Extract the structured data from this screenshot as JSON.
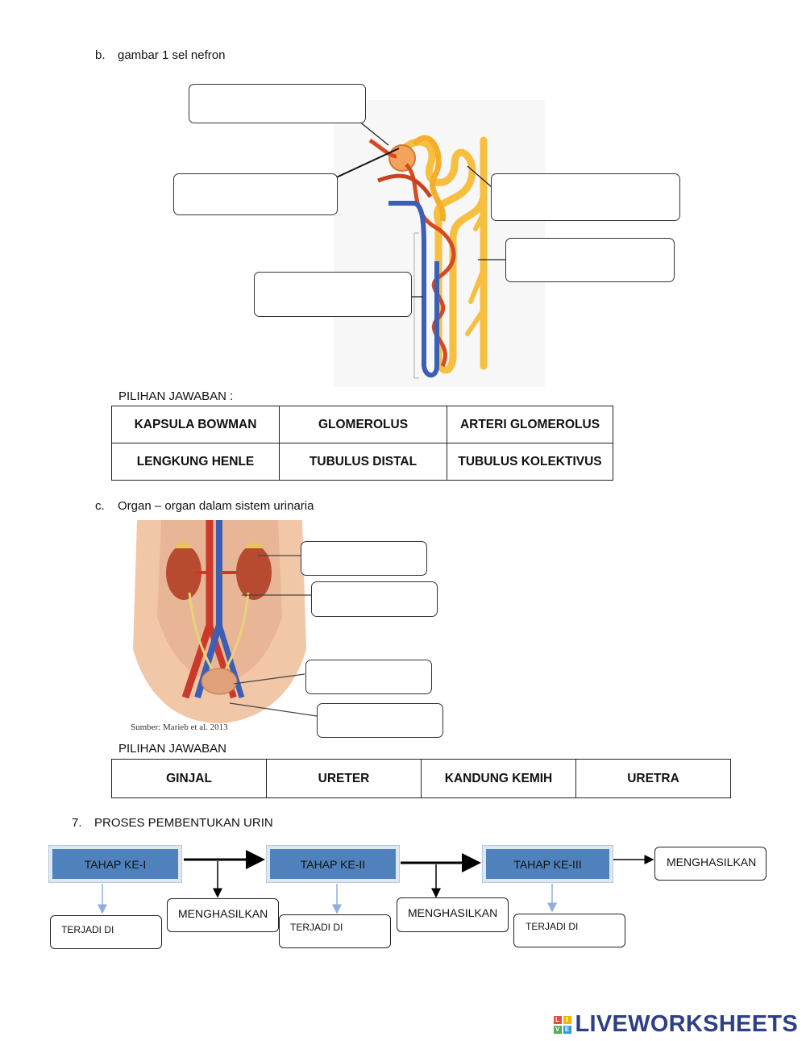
{
  "section_b": {
    "label": "b.",
    "title": "gambar 1 sel nefron",
    "choices_label": "PILIHAN JAWABAN :",
    "choices": [
      [
        "KAPSULA BOWMAN",
        "GLOMEROLUS",
        "ARTERI GLOMEROLUS"
      ],
      [
        "LENGKUNG HENLE",
        "TUBULUS DISTAL",
        "TUBULUS KOLEKTIVUS"
      ]
    ]
  },
  "section_c": {
    "label": "c.",
    "title": "Organ – organ dalam sistem urinaria",
    "image_caption": "Sumber: Marieb et al. 2013",
    "choices_label": "PILIHAN JAWABAN",
    "choices": [
      "GINJAL",
      "URETER",
      "KANDUNG KEMIH",
      "URETRA"
    ]
  },
  "section_7": {
    "number": "7.",
    "title": "PROSES PEMBENTUKAN URIN",
    "stages": [
      "TAHAP KE-I",
      "TAHAP KE-II",
      "TAHAP KE-III"
    ],
    "terjadi_label": "TERJADI DI",
    "menghasilkan_label": "MENGHASILKAN"
  },
  "logo": {
    "text": "LIVEWORKSHEETS",
    "colors": [
      "#e84c3d",
      "#f4b400",
      "#4caf50",
      "#2d9cdb"
    ]
  }
}
